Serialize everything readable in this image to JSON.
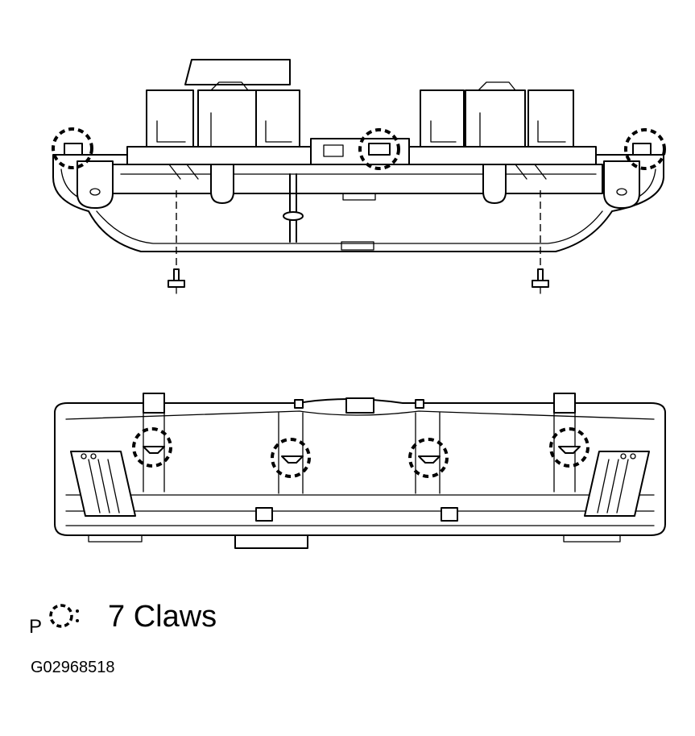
{
  "legend": {
    "prefix": "P",
    "icon": "dashed-circle-icon",
    "text": "7 Claws"
  },
  "figure_id": "G02968518"
}
